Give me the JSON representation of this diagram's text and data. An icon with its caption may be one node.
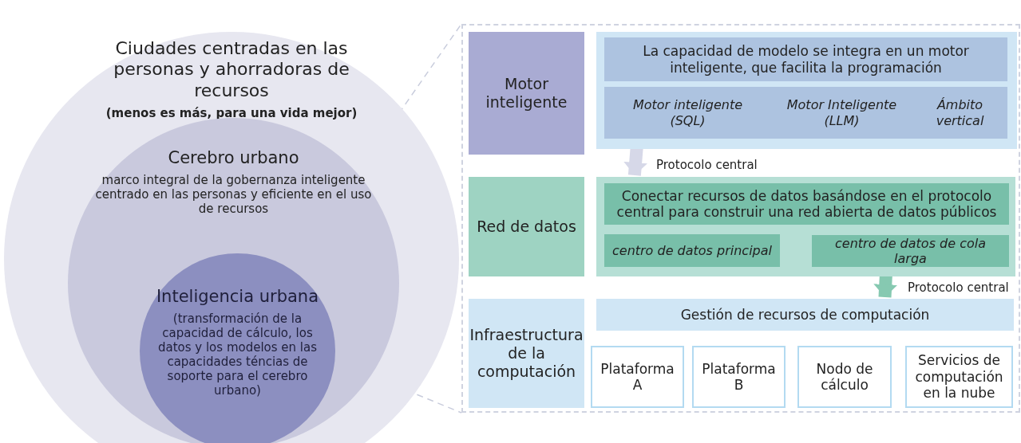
{
  "diagram": {
    "nodes": [
      {
        "text": [
          "Ciudades centradas en las personas y ahorradoras de recursos",
          "(menos es más, para una vida mejor)"
        ]
      },
      {
        "text": [
          "Cerebro urbano",
          "marco integral de la gobernanza inteligente centrado en las personas y eficiente en el uso de recursos"
        ],
        "in": 0
      },
      {
        "text": [
          "Inteligencia urbana",
          "(transformación de la capacidad de cálculo, los datos y los modelos en las capacidades téncias de soporte para el cerebro urbano)"
        ],
        "in": 1
      },
      {
        "text": [],
        "shape": "box"
      },
      {
        "text": [
          "Motor inteligente"
        ],
        "in": 3
      },
      {
        "text": [],
        "shape": "box",
        "in": 3
      },
      {
        "text": [
          "La capacidad de modelo se integra en un motor inteligente, que facilita la programación"
        ],
        "in": 5
      },
      {
        "text": [
          "Motor inteligente (SQL)",
          "Motor Inteligente (LLM)",
          "Ámbito vertical"
        ],
        "in": 5
      },
      {
        "text": [
          "Red de datos"
        ],
        "in": 3
      },
      {
        "text": [],
        "shape": "box",
        "in": 3
      },
      {
        "text": [
          "Conectar recursos de datos basándose en el protocolo central para construir una red abierta de datos públicos"
        ],
        "in": 9
      },
      {
        "text": [
          "centro de datos principal"
        ],
        "in": 9
      },
      {
        "text": [
          "centro de datos de cola larga"
        ],
        "in": 9
      },
      {
        "text": [
          "Infraestructura de la computación"
        ],
        "in": 3
      },
      {
        "text": [
          "Gestión de recursos de computación"
        ],
        "in": 3
      },
      {
        "text": [
          "Plataforma A"
        ],
        "in": 3
      },
      {
        "text": [
          "Plataforma B"
        ],
        "in": 3
      },
      {
        "text": [
          "Nodo de cálculo"
        ],
        "in": 3
      },
      {
        "text": [
          "Servicios de computación en la nube"
        ],
        "in": 3
      }
    ],
    "edges": [
      {
        "from": 2,
        "to": 3,
        "arrow": "none",
        "style": "dashed",
        "color": "#c8ccdc"
      },
      {
        "from": 2,
        "to": 3,
        "arrow": "none",
        "style": "dashed",
        "color": "#c8ccdc"
      },
      {
        "from": 5,
        "to": 9,
        "arrow": "to",
        "label": "Protocolo central",
        "style": "thick",
        "color": "#d6d8e8"
      },
      {
        "from": 9,
        "to": 14,
        "arrow": "to",
        "label": "Protocolo central",
        "style": "thick",
        "color": "#86c9b1"
      }
    ]
  }
}
